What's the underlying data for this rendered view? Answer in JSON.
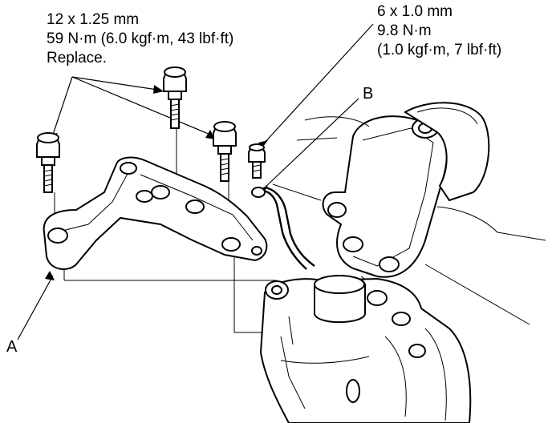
{
  "spec_large_bolt": {
    "size": "12 x 1.25 mm",
    "torque": "59 N·m (6.0 kgf·m, 43 lbf·ft)",
    "note": "Replace."
  },
  "spec_small_bolt": {
    "size": "6 x 1.0 mm",
    "torque": "9.8 N·m",
    "torque_alt": "(1.0 kgf·m, 7 lbf·ft)"
  },
  "callouts": {
    "a": "A",
    "b": "B"
  }
}
